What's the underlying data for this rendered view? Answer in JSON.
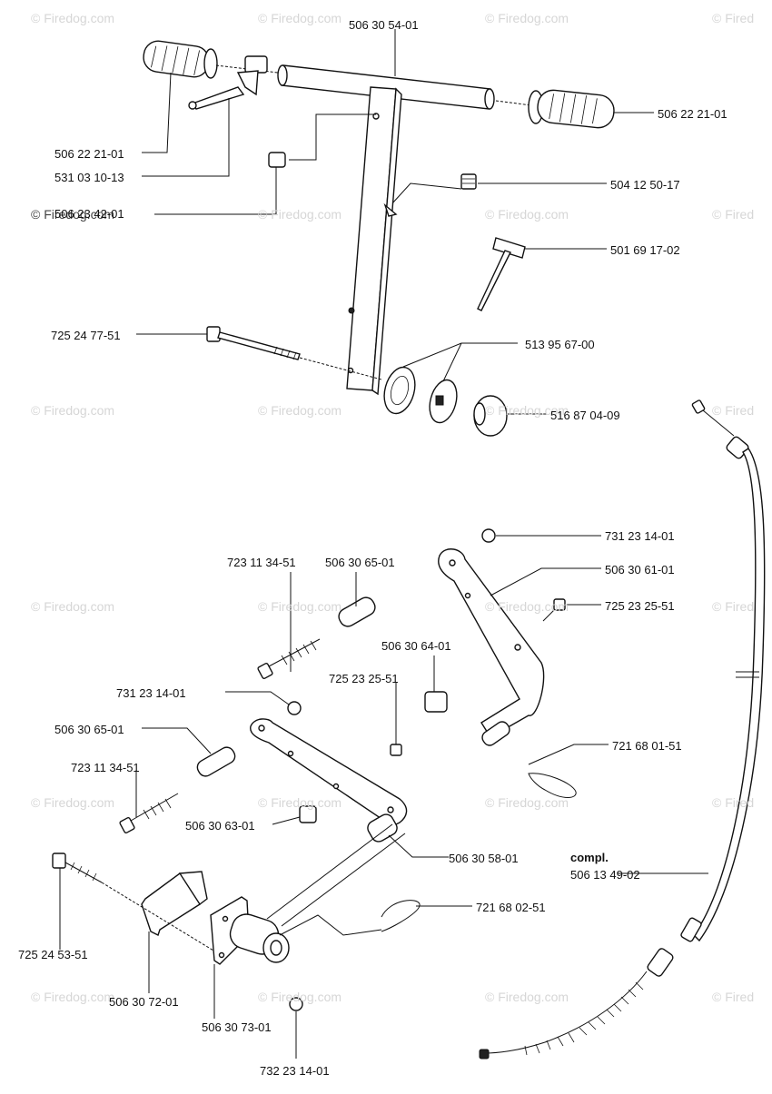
{
  "watermark": "© Firedog.com",
  "watermark_partial": "© Fired",
  "labels": {
    "p1": "506 30 54-01",
    "p2": "506 22 21-01",
    "p3": "506 22 21-01",
    "p4": "531 03 10-13",
    "p5": "504 12 50-17",
    "p6": "506 23 42-01",
    "p7": "501 69 17-02",
    "p8": "725 24 77-51",
    "p9": "513 95 67-00",
    "p10": "516 87 04-09",
    "p11": "731 23 14-01",
    "p12": "723 11 34-51",
    "p13": "506 30 65-01",
    "p14": "506 30 61-01",
    "p15": "725 23 25-51",
    "p16": "506 30 64-01",
    "p17": "731 23 14-01",
    "p18": "725 23 25-51",
    "p19": "506 30 65-01",
    "p20": "721 68 01-51",
    "p21": "723 11 34-51",
    "p22": "506 30 63-01",
    "p23": "506 30 58-01",
    "p24_title": "compl.",
    "p24": "506 13 49-02",
    "p25": "721 68 02-51",
    "p26": "725 24 53-51",
    "p27": "506 30 72-01",
    "p28": "506 30 73-01",
    "p29": "732 23 14-01"
  }
}
